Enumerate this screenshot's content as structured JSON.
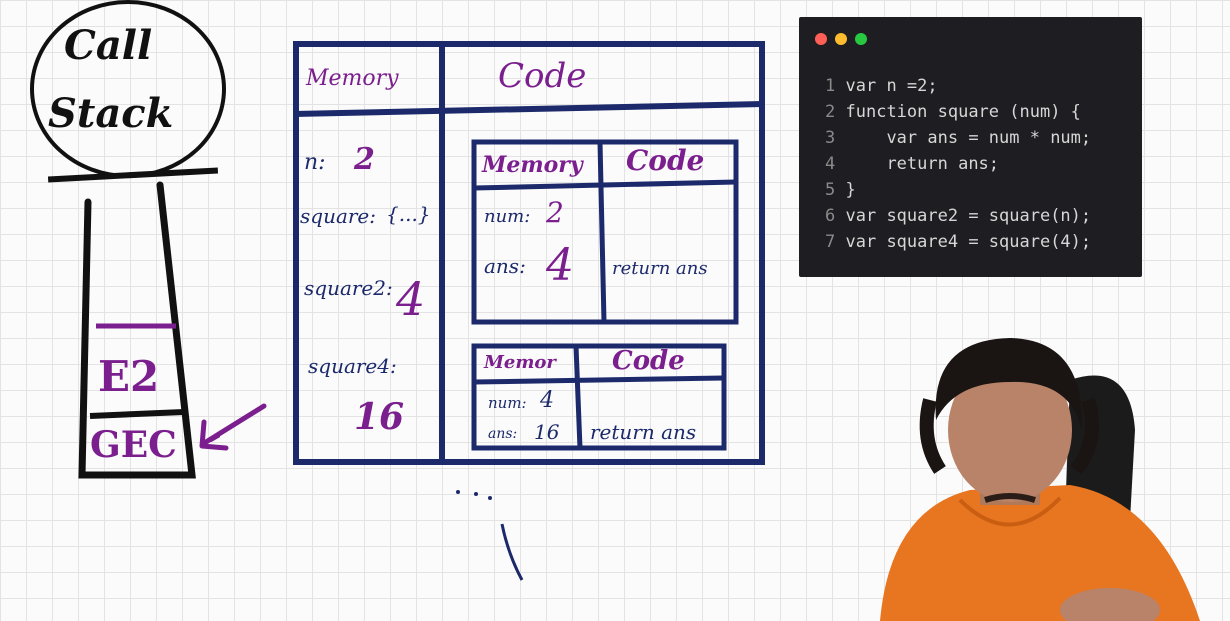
{
  "call_stack": {
    "title_line1": "Call",
    "title_line2": "Stack",
    "frames": [
      "E2",
      "GEC"
    ]
  },
  "global_context": {
    "memory_header": "Memory",
    "code_header": "Code",
    "memory_entries": [
      {
        "key": "n:",
        "value": "2"
      },
      {
        "key": "square:",
        "value": "{...}"
      },
      {
        "key": "square2:",
        "value": "4"
      },
      {
        "key": "square4:",
        "value": "16"
      }
    ]
  },
  "context_one": {
    "memory_header": "Memory",
    "code_header": "Code",
    "num_key": "num:",
    "num_value": "2",
    "ans_key": "ans:",
    "ans_value": "4",
    "code_text": "return ans"
  },
  "context_two": {
    "memory_header": "Memor",
    "code_header": "Code",
    "num_key": "num:",
    "num_value": "4",
    "ans_key": "ans:",
    "ans_value": "16",
    "code_text": "return ans"
  },
  "code_window": {
    "lines": [
      {
        "n": "1",
        "text": "var n =2;"
      },
      {
        "n": "2",
        "text": "function square (num) {"
      },
      {
        "n": "3",
        "text": "    var ans = num * num;"
      },
      {
        "n": "4",
        "text": "    return ans;"
      },
      {
        "n": "5",
        "text": "}"
      },
      {
        "n": "6",
        "text": "var square2 = square(n);"
      },
      {
        "n": "7",
        "text": "var square4 = square(4);"
      }
    ]
  },
  "colors": {
    "ink_navy": "#1c2a6b",
    "ink_purple": "#7b1e8e",
    "ink_black": "#111111"
  }
}
